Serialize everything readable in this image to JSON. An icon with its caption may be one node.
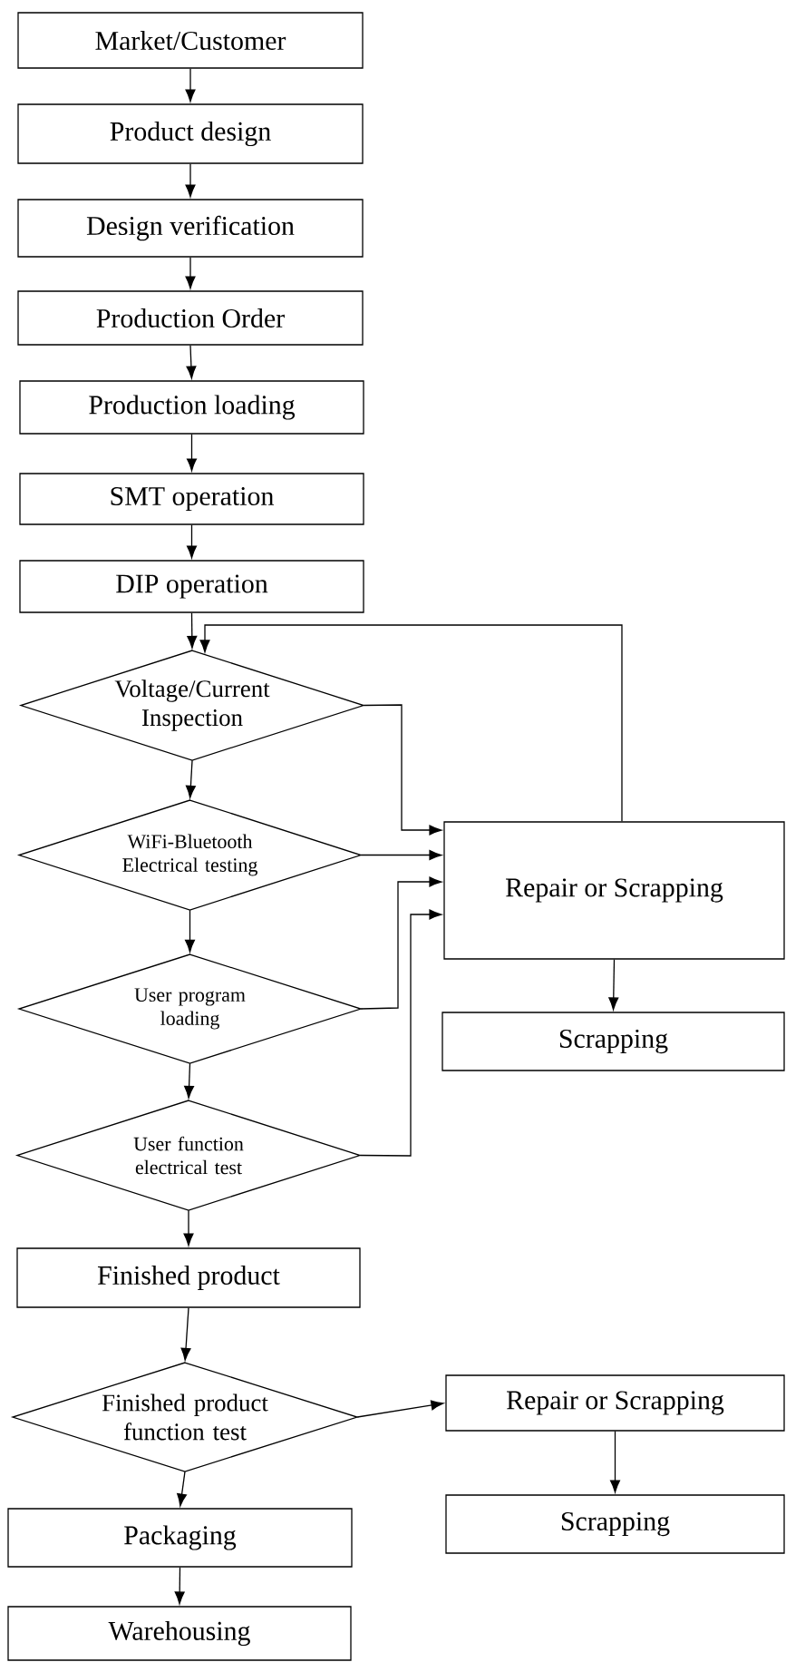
{
  "diagram": {
    "nodes": [
      {
        "text": [
          "Market/Customer"
        ]
      },
      {
        "text": [
          "Product design"
        ]
      },
      {
        "text": [
          "Design verification"
        ]
      },
      {
        "text": [
          "Production Order"
        ]
      },
      {
        "text": [
          "Production loading"
        ]
      },
      {
        "text": [
          "SMT operation"
        ]
      },
      {
        "text": [
          "DIP operation"
        ]
      },
      {
        "text": [
          "Voltage/Current Inspection"
        ]
      },
      {
        "text": [
          "WiFi-Bluetooth Electrical testing"
        ]
      },
      {
        "text": [
          "User program loading"
        ]
      },
      {
        "text": [
          "User function electrical test"
        ]
      },
      {
        "text": [
          "Repair or Scrapping"
        ]
      },
      {
        "text": [
          "Scrapping"
        ]
      },
      {
        "text": [
          "Finished product"
        ]
      },
      {
        "text": [
          "Finished product function test"
        ]
      },
      {
        "text": [
          "Repair or Scrapping"
        ]
      },
      {
        "text": [
          "Scrapping"
        ]
      },
      {
        "text": [
          "Packaging"
        ]
      },
      {
        "text": [
          "Warehousing"
        ]
      }
    ],
    "edges": [
      {
        "from": 0,
        "to": 1,
        "arrow": "to"
      },
      {
        "from": 1,
        "to": 2,
        "arrow": "to"
      },
      {
        "from": 2,
        "to": 3,
        "arrow": "to"
      },
      {
        "from": 3,
        "to": 4,
        "arrow": "to"
      },
      {
        "from": 4,
        "to": 5,
        "arrow": "to"
      },
      {
        "from": 5,
        "to": 6,
        "arrow": "to"
      },
      {
        "from": 6,
        "to": 7,
        "arrow": "to"
      },
      {
        "from": 7,
        "to": 8,
        "arrow": "to"
      },
      {
        "from": 8,
        "to": 9,
        "arrow": "to"
      },
      {
        "from": 9,
        "to": 10,
        "arrow": "to"
      },
      {
        "from": 10,
        "to": 13,
        "arrow": "to"
      },
      {
        "from": 7,
        "to": 11,
        "arrow": "to"
      },
      {
        "from": 8,
        "to": 11,
        "arrow": "to"
      },
      {
        "from": 9,
        "to": 11,
        "arrow": "to"
      },
      {
        "from": 10,
        "to": 11,
        "arrow": "to"
      },
      {
        "from": 11,
        "to": 7,
        "arrow": "to"
      },
      {
        "from": 11,
        "to": 12,
        "arrow": "to"
      },
      {
        "from": 13,
        "to": 14,
        "arrow": "to"
      },
      {
        "from": 14,
        "to": 15,
        "arrow": "to"
      },
      {
        "from": 15,
        "to": 16,
        "arrow": "to"
      },
      {
        "from": 14,
        "to": 17,
        "arrow": "to"
      },
      {
        "from": 17,
        "to": 18,
        "arrow": "to"
      }
    ]
  }
}
